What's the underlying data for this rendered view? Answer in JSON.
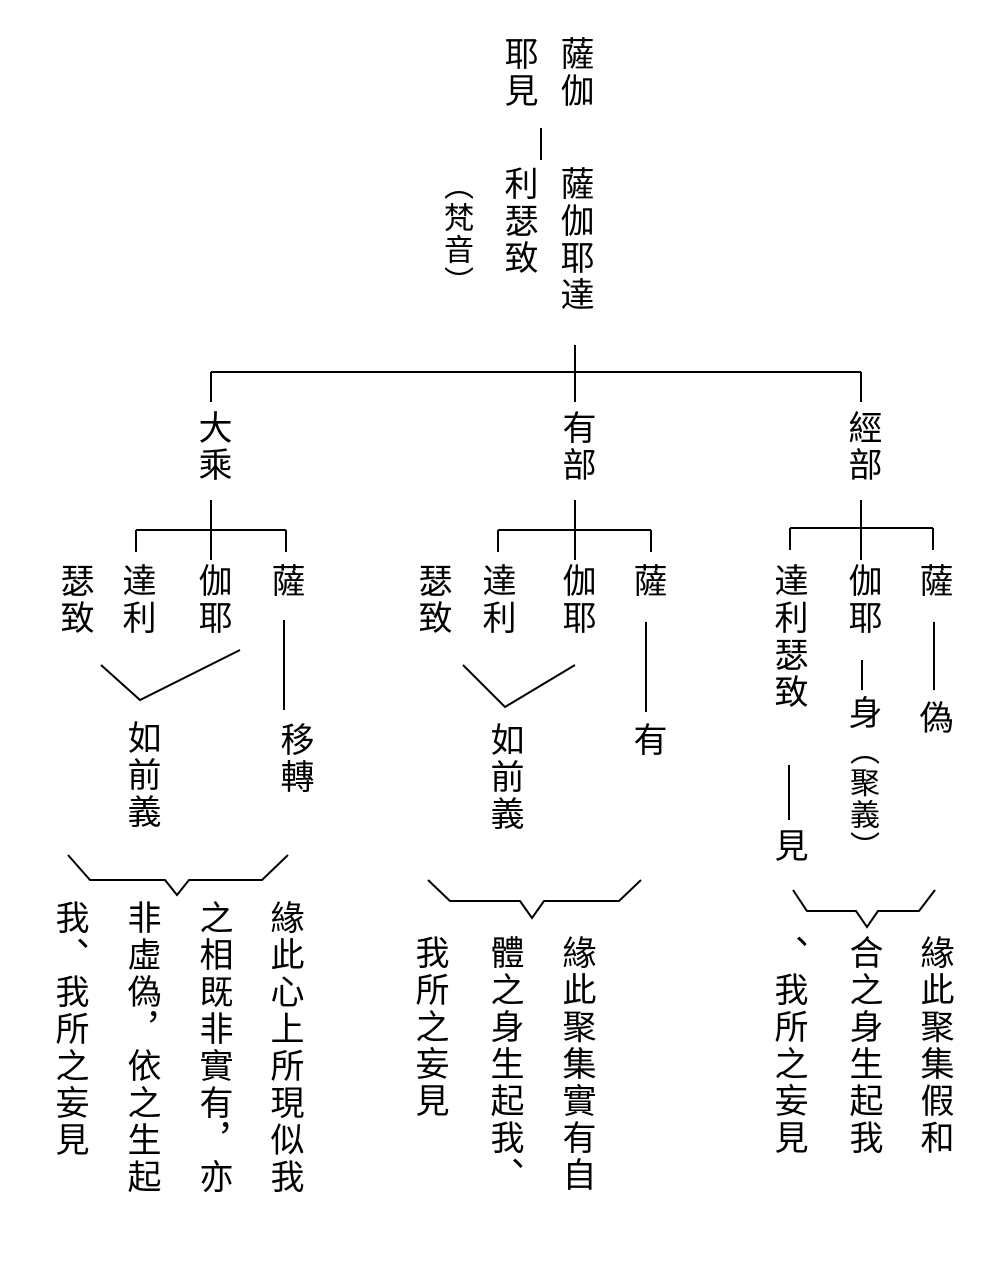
{
  "root": {
    "name_a": "薩伽",
    "name_b": "耶見",
    "skt_a": "薩伽耶達",
    "skt_b": "利瑟致",
    "skt_note": "（梵音）"
  },
  "schools": [
    {
      "name": "大乘",
      "terms": {
        "sat": "薩",
        "kaya": "伽耶",
        "drsti_a": "達利",
        "drsti_b": "瑟致"
      },
      "glosses": {
        "sat": "移轉",
        "rest": "如前義"
      },
      "conclusion": [
        "緣此心上所現似我",
        "之相既非實有，亦",
        "非虛偽，依之生起",
        "我、我所之妄見"
      ]
    },
    {
      "name": "有部",
      "terms": {
        "sat": "薩",
        "kaya": "伽耶",
        "drsti_a": "達利",
        "drsti_b": "瑟致"
      },
      "glosses": {
        "sat": "有",
        "rest": "如前義"
      },
      "conclusion": [
        "緣此聚集實有自",
        "體之身生起我、",
        "我所之妄見"
      ]
    },
    {
      "name": "經部",
      "terms": {
        "sat": "薩",
        "kaya": "伽耶",
        "drsti": "達利瑟致"
      },
      "glosses": {
        "sat": "偽",
        "kaya": "身",
        "kaya_note": "（聚義）",
        "drsti": "見"
      },
      "conclusion": [
        "緣此聚集假和",
        "合之身生起我",
        "、我所之妄見"
      ]
    }
  ]
}
